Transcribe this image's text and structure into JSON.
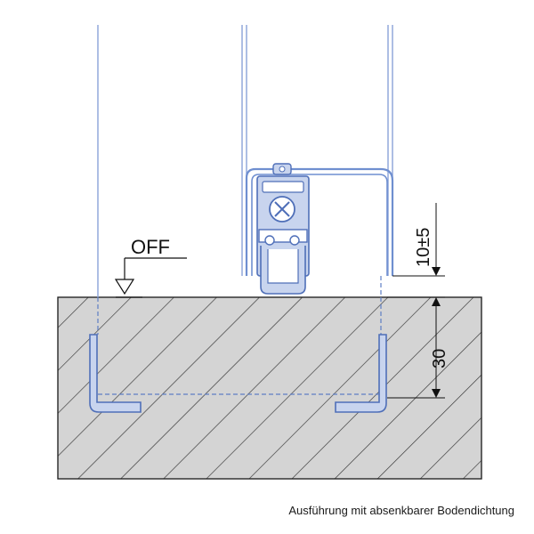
{
  "labels": {
    "off": "OFF",
    "dim_seal": "10±5",
    "dim_depth": "30"
  },
  "caption": "Ausführung mit absenkbarer Bodendichtung",
  "colors": {
    "profile_blue": "#6f8fd0",
    "profile_fill": "#c8d4ee",
    "door_line": "#8aa3d8",
    "floor_fill": "#d4d4d4",
    "hatch": "#333333",
    "white_cover": "#ffffff"
  }
}
